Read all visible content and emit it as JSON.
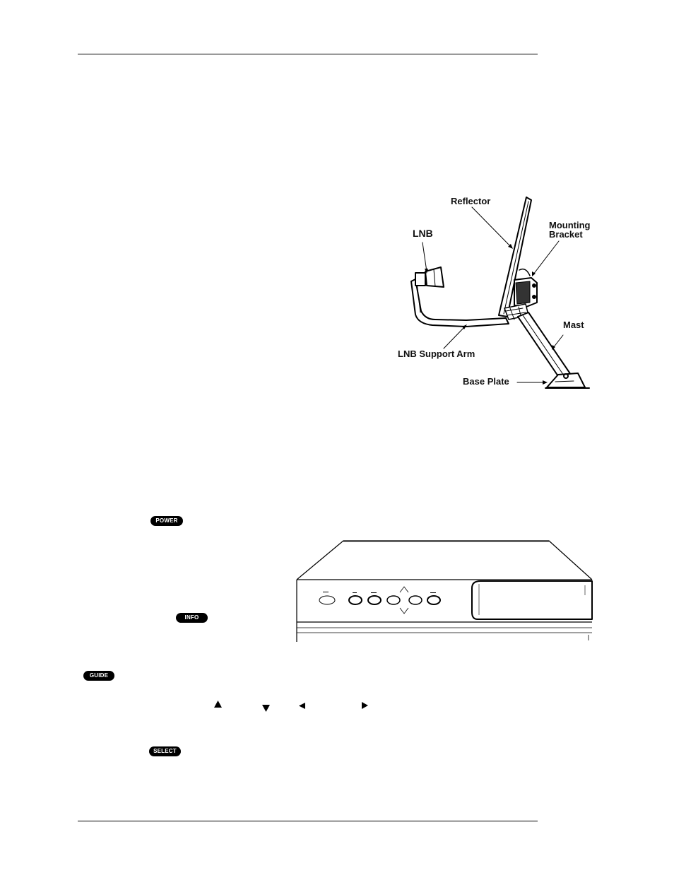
{
  "dish_diagram": {
    "labels": {
      "reflector": "Reflector",
      "mounting_bracket_line1": "Mounting",
      "mounting_bracket_line2": "Bracket",
      "lnb": "LNB",
      "mast": "Mast",
      "lnb_support_arm": "LNB Support Arm",
      "base_plate": "Base Plate"
    }
  },
  "remote_buttons": {
    "power": "POWER",
    "info": "INFO",
    "guide": "GUIDE",
    "select": "SELECT"
  },
  "arrow_keys": [
    "up",
    "down",
    "left",
    "right"
  ]
}
